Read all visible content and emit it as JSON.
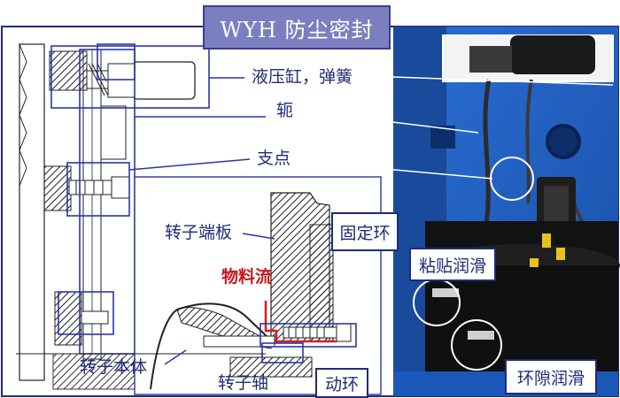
{
  "title": "WYH 防尘密封",
  "labels": {
    "hydraulic_cylinder_spring": "液压缸，弹簧",
    "lever": "轭",
    "fulcrum": "支点",
    "rotor_end_plate": "转子端板",
    "material_flow": "物料流",
    "rotor_body": "转子本体",
    "rotor_shaft": "转子轴",
    "fixed_ring": "固定环",
    "moving_ring": "动环",
    "adhesive_lubrication": "粘贴润滑",
    "gap_lubrication": "环隙润滑"
  },
  "colors": {
    "title_bg": "#7b7fc0",
    "label_text": "#1f2b7a",
    "material_flow_text": "#c8161d",
    "photo_blue": "#1f5fc4"
  }
}
